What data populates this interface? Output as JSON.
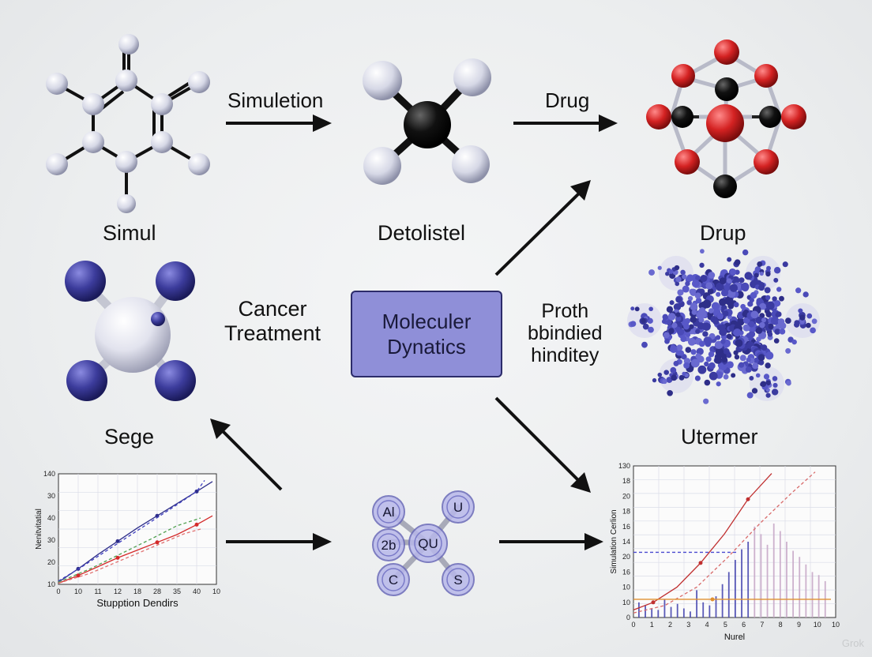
{
  "labels": {
    "top_left": "Simul",
    "top_middle": "Detolistel",
    "top_right": "Drup",
    "mid_left": "Sege",
    "mid_right": "Utermer",
    "arrow_top_1": "Simuletion",
    "arrow_top_2": "Drug",
    "left_text_line1": "Cancer",
    "left_text_line2": "Treatment",
    "right_text_line1": "Proth",
    "right_text_line2": "bbindied",
    "right_text_line3": "hinditey",
    "center_line1": "Moleculer",
    "center_line2": "Dynatics",
    "watermark": "Grok"
  },
  "molecule_text": [
    "Al",
    "U",
    "2b",
    "QU",
    "C",
    "S"
  ],
  "chart_data": [
    {
      "type": "line",
      "xlabel": "Stupption Dendirs",
      "ylabel": "Nenitvitatial",
      "x_ticks": [
        "0",
        "10",
        "11",
        "12",
        "18",
        "28",
        "35",
        "40",
        "10"
      ],
      "y_ticks": [
        "140",
        "30",
        "40",
        "30",
        "20",
        "10"
      ],
      "series": [
        {
          "color": "#2e2e8a",
          "style": "solid",
          "values": [
            [
              0,
              2
            ],
            [
              25,
              14
            ],
            [
              50,
              27
            ],
            [
              75,
              39
            ],
            [
              100,
              51
            ],
            [
              125,
              62
            ],
            [
              150,
              73
            ],
            [
              175,
              84
            ],
            [
              195,
              93
            ]
          ]
        },
        {
          "color": "#d42a2a",
          "style": "solid",
          "values": [
            [
              0,
              1
            ],
            [
              25,
              8
            ],
            [
              50,
              16
            ],
            [
              75,
              24
            ],
            [
              100,
              31
            ],
            [
              125,
              38
            ],
            [
              150,
              45
            ],
            [
              175,
              54
            ],
            [
              195,
              62
            ]
          ]
        },
        {
          "color": "#4040c0",
          "style": "dashed",
          "values": [
            [
              0,
              3
            ],
            [
              30,
              16
            ],
            [
              60,
              30
            ],
            [
              90,
              44
            ],
            [
              120,
              58
            ],
            [
              150,
              72
            ],
            [
              175,
              84
            ],
            [
              185,
              94
            ]
          ]
        },
        {
          "color": "#50a050",
          "style": "dashed",
          "values": [
            [
              0,
              2
            ],
            [
              40,
              14
            ],
            [
              80,
              28
            ],
            [
              120,
              42
            ],
            [
              150,
              53
            ],
            [
              180,
              60
            ]
          ]
        },
        {
          "color": "#e07070",
          "style": "dashed",
          "values": [
            [
              0,
              1
            ],
            [
              40,
              10
            ],
            [
              80,
              22
            ],
            [
              120,
              34
            ],
            [
              160,
              46
            ],
            [
              180,
              50
            ]
          ]
        }
      ]
    },
    {
      "type": "bar",
      "xlabel": "Nurel",
      "ylabel": "Simulation Cerlion",
      "x_ticks": [
        "0",
        "1",
        "2",
        "3",
        "4",
        "5",
        "6",
        "7",
        "8",
        "9",
        "10",
        "10"
      ],
      "y_ticks": [
        "130",
        "18",
        "20",
        "18",
        "16",
        "14",
        "20",
        "16",
        "10",
        "10",
        "0"
      ],
      "bar_heights": [
        10,
        8,
        6,
        5,
        12,
        7,
        9,
        6,
        4,
        18,
        10,
        8,
        14,
        22,
        30,
        38,
        45,
        50,
        60,
        55,
        48,
        62,
        57,
        50,
        44,
        40,
        35,
        30,
        28,
        24
      ],
      "series": [
        {
          "color": "#c03030",
          "style": "solid",
          "values": [
            [
              0,
              5
            ],
            [
              25,
              10
            ],
            [
              55,
              20
            ],
            [
              85,
              36
            ],
            [
              115,
              55
            ],
            [
              145,
              78
            ],
            [
              175,
              95
            ]
          ]
        },
        {
          "color": "#d86a6a",
          "style": "dashed",
          "values": [
            [
              0,
              3
            ],
            [
              40,
              8
            ],
            [
              80,
              20
            ],
            [
              120,
              40
            ],
            [
              160,
              62
            ],
            [
              200,
              82
            ],
            [
              230,
              96
            ]
          ]
        },
        {
          "color": "#4a4ad0",
          "style": "dashed",
          "values": [
            [
              0,
              43
            ],
            [
              90,
              43
            ],
            [
              130,
              43
            ]
          ]
        },
        {
          "color": "#e09030",
          "style": "solid",
          "values": [
            [
              0,
              12
            ],
            [
              100,
              12
            ],
            [
              250,
              12
            ]
          ]
        }
      ]
    }
  ]
}
